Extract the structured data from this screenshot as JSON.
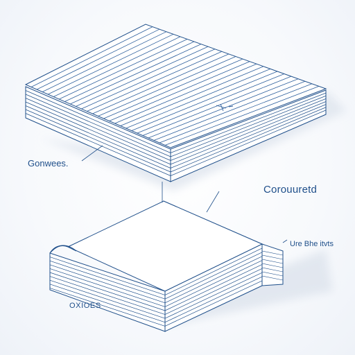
{
  "labels": {
    "top_left": "Gonwees.",
    "right": "Corouuretd",
    "small_right": "Ure Bhe itvts",
    "bottom_left": "OXIOES"
  },
  "colors": {
    "line": "#1f4f8a",
    "fill": "#ffffff",
    "shadow": "#dfe5ee"
  }
}
